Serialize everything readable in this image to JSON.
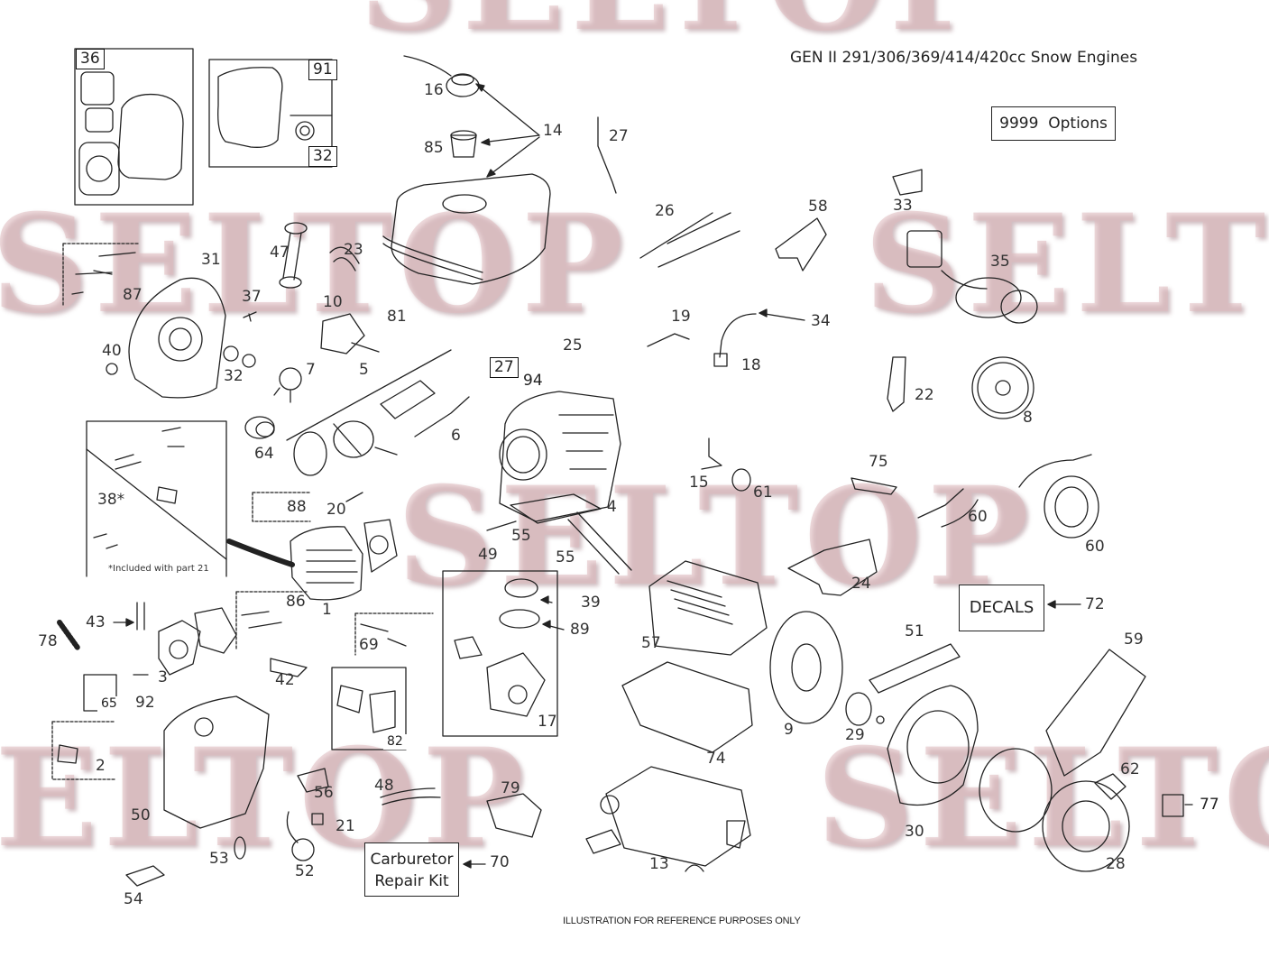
{
  "title": "GEN II 291/306/369/414/420cc Snow Engines",
  "footer": "ILLUSTRATION FOR REFERENCE PURPOSES ONLY",
  "watermark": "SELTOP",
  "options_box": "9999  Options",
  "decals_box": "DECALS",
  "carb_kit_line1": "Carburetor",
  "carb_kit_line2": "Repair Kit",
  "kit_note": "*Included with part 21",
  "boxed_parts": [
    "36",
    "91",
    "32",
    "27",
    "94",
    "65",
    "82",
    "77"
  ],
  "parts": [
    "16",
    "14",
    "85",
    "27",
    "26",
    "58",
    "33",
    "35",
    "31",
    "47",
    "23",
    "87",
    "37",
    "10",
    "81",
    "19",
    "34",
    "40",
    "32",
    "7",
    "5",
    "25",
    "27",
    "94",
    "18",
    "22",
    "8",
    "6",
    "64",
    "38*",
    "15",
    "61",
    "75",
    "60",
    "60",
    "88",
    "20",
    "49",
    "55",
    "55",
    "4",
    "24",
    "72",
    "1",
    "86",
    "39",
    "89",
    "43",
    "78",
    "69",
    "57",
    "51",
    "59",
    "3",
    "92",
    "42",
    "65",
    "9",
    "29",
    "74",
    "62",
    "17",
    "2",
    "50",
    "56",
    "82",
    "48",
    "21",
    "79",
    "30",
    "28",
    "77",
    "53",
    "52",
    "70",
    "13",
    "54"
  ],
  "colors": {
    "line": "#222222",
    "watermark": "#deb9be"
  }
}
